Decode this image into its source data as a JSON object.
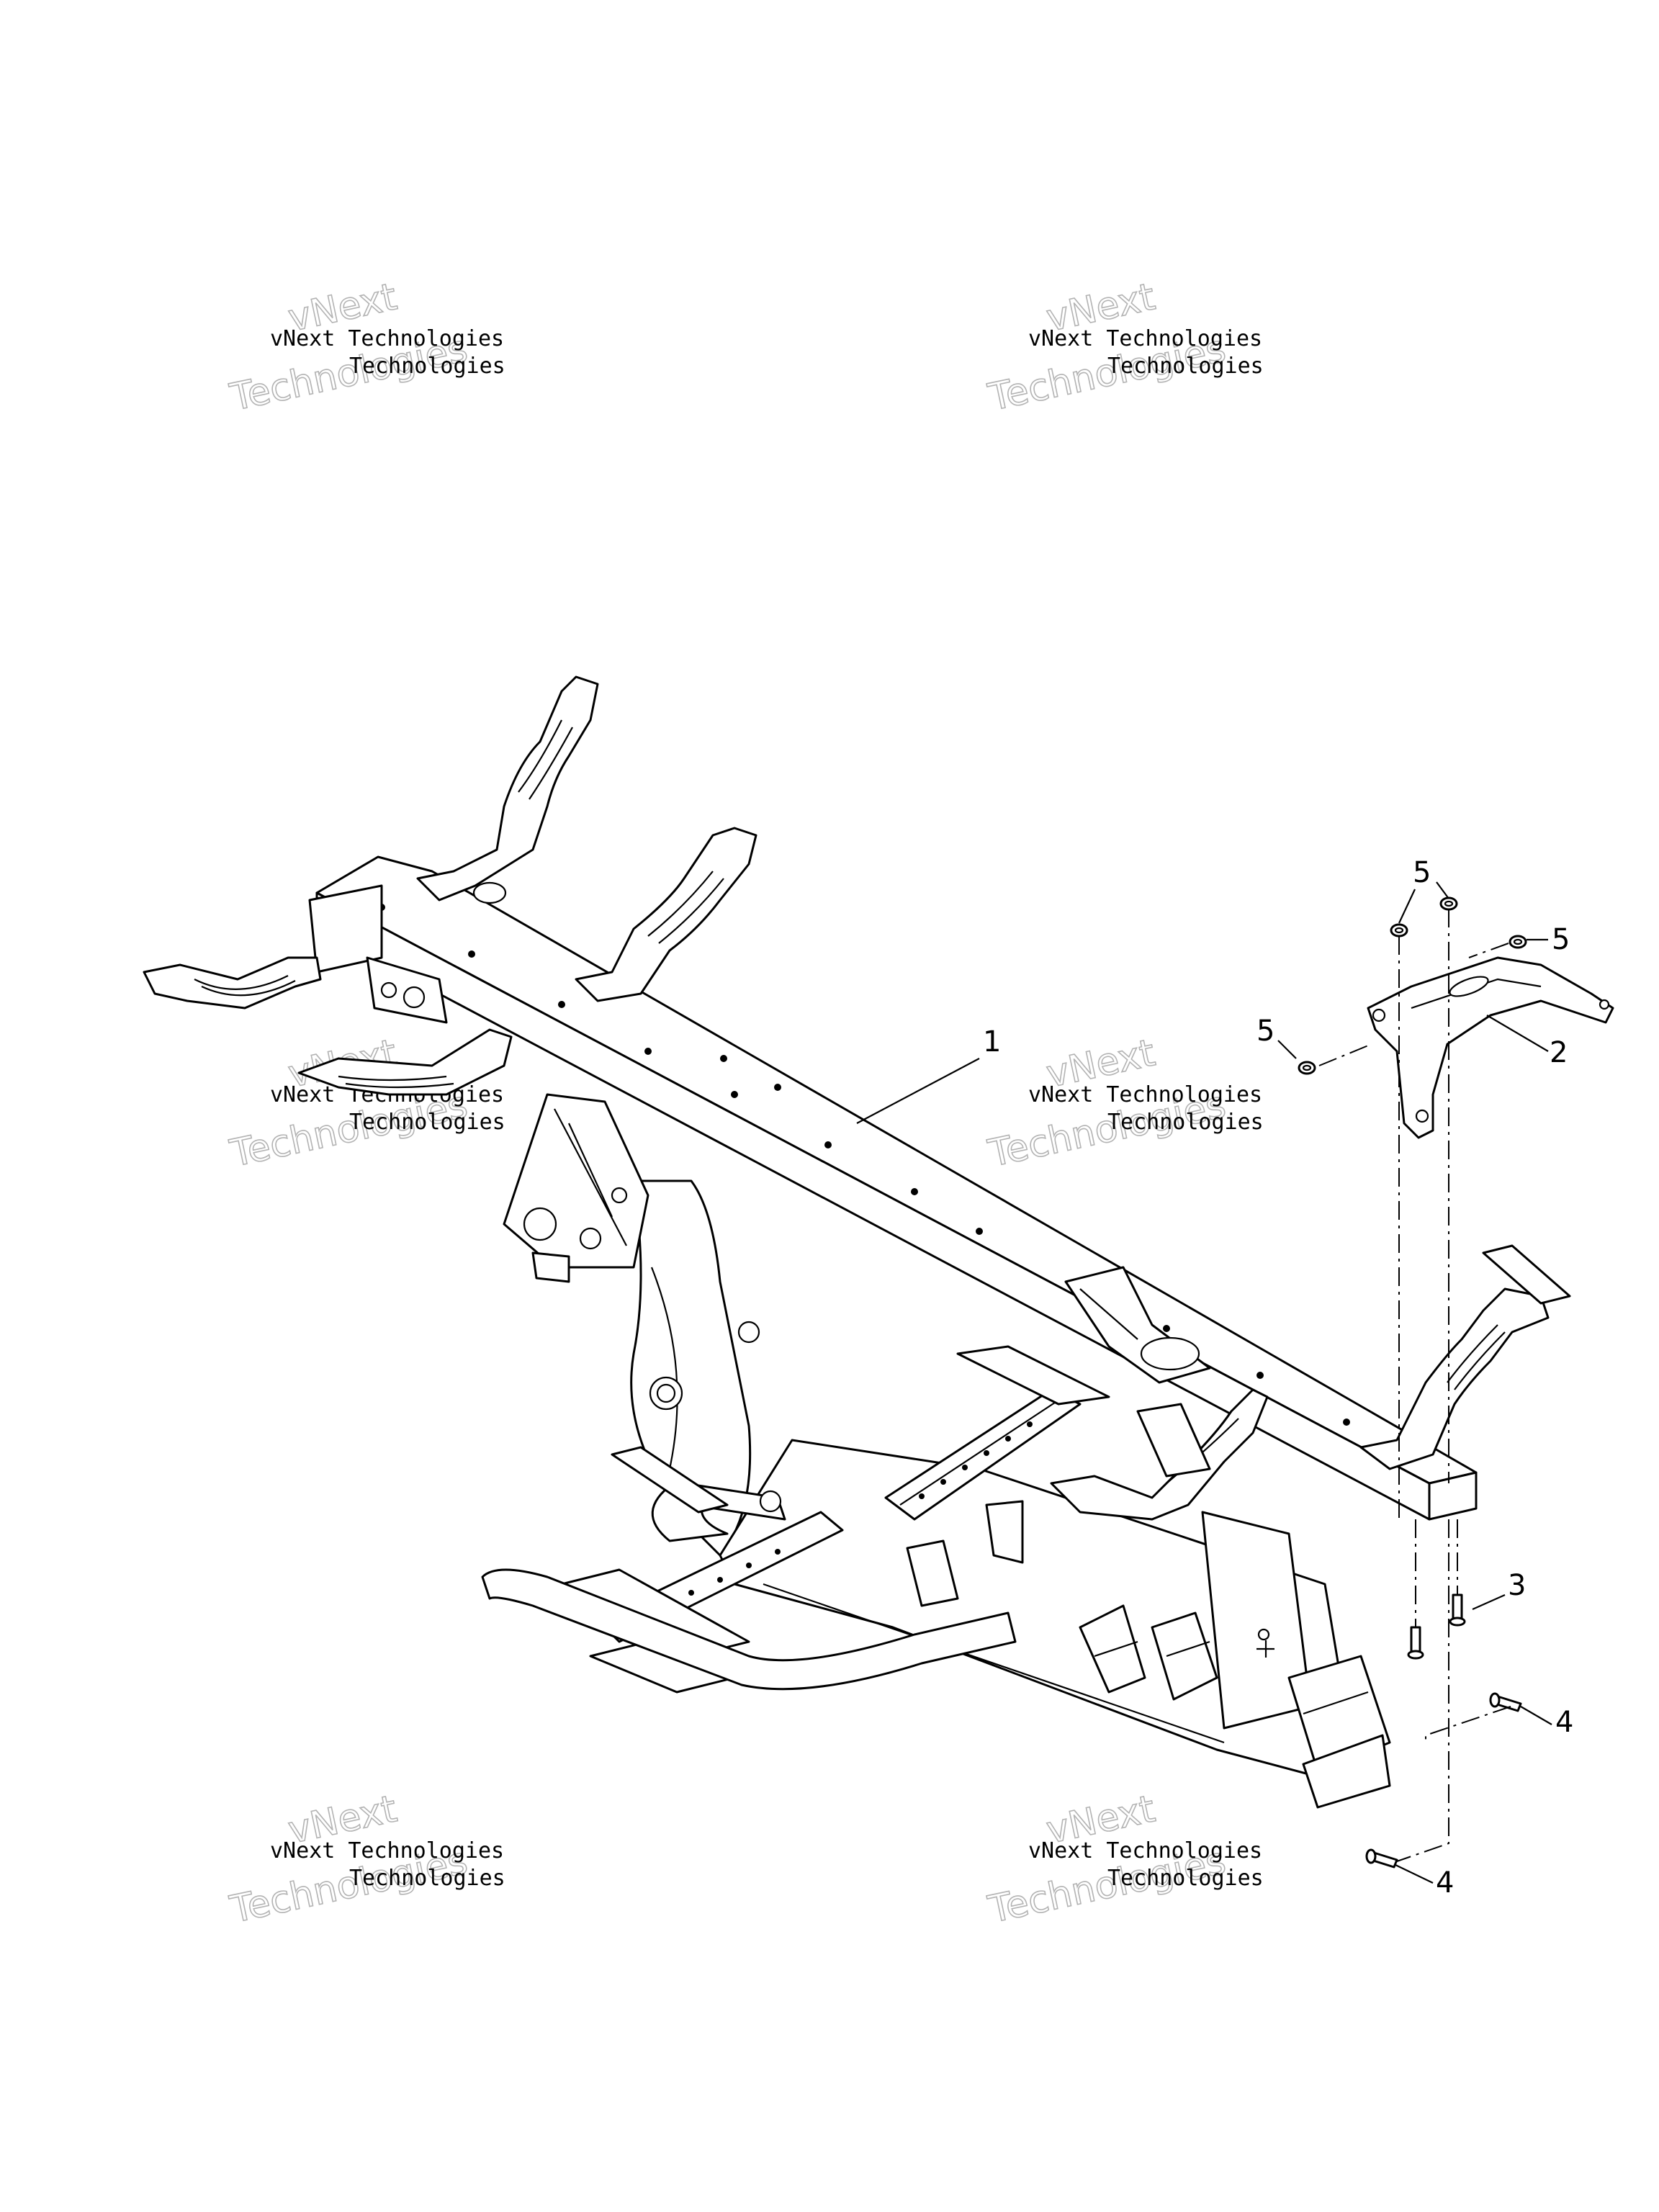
{
  "watermark": {
    "line1": "vNext Technologies",
    "line2": "vNext",
    "line3": "Technologies"
  },
  "callouts": {
    "c1": "1",
    "c2": "2",
    "c3": "3",
    "c4a": "4",
    "c4b": "4",
    "c5a": "5",
    "c5b": "5",
    "c5c": "5"
  }
}
